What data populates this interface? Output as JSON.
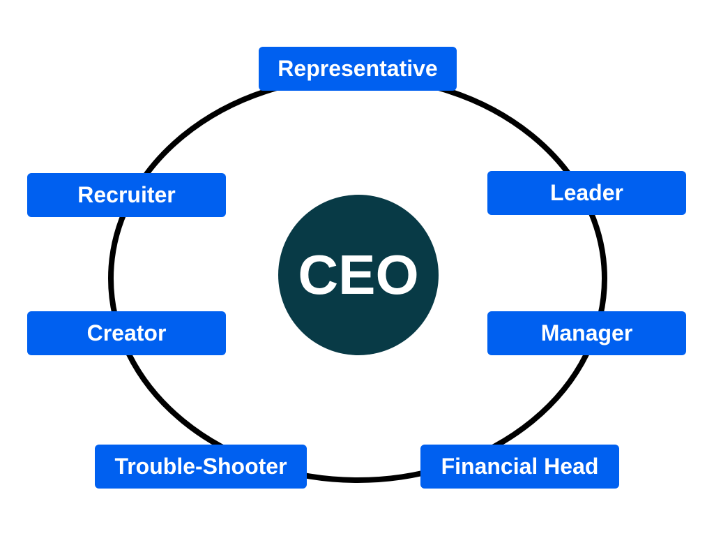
{
  "diagram": {
    "center_label": "CEO",
    "roles": {
      "representative": "Representative",
      "recruiter": "Recruiter",
      "leader": "Leader",
      "creator": "Creator",
      "manager": "Manager",
      "trouble_shooter": "Trouble-Shooter",
      "financial_head": "Financial Head"
    },
    "colors": {
      "role_box": "#0060f0",
      "role_text": "#ffffff",
      "center_circle": "#083a46",
      "ring": "#000000"
    }
  }
}
